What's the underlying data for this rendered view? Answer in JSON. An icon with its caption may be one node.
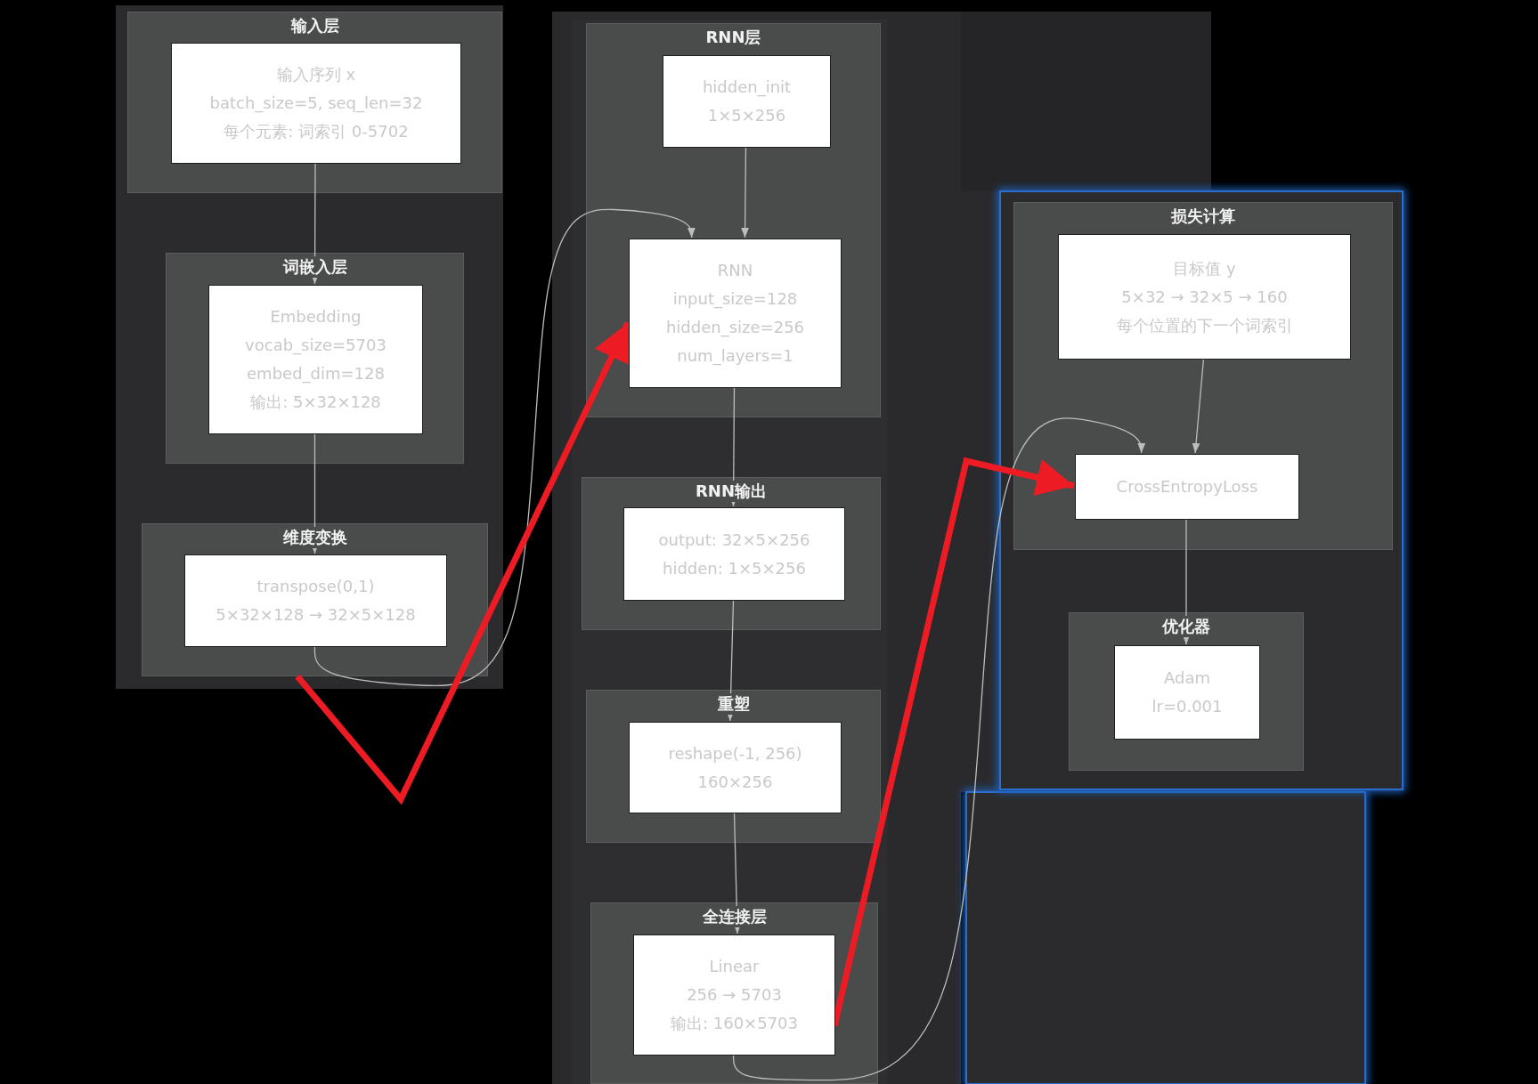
{
  "diagram": {
    "nodes": [
      {
        "text": [
          "输入层"
        ]
      },
      {
        "text": [
          "输入序列 x",
          "batch_size=5, seq_len=32",
          "每个元素: 词索引 0-5702"
        ],
        "in": 0
      },
      {
        "text": [
          "词嵌入层"
        ]
      },
      {
        "text": [
          "Embedding",
          "vocab_size=5703",
          "embed_dim=128",
          "输出: 5×32×128"
        ],
        "in": 2
      },
      {
        "text": [
          "维度变换"
        ]
      },
      {
        "text": [
          "transpose(0,1)",
          "5×32×128 → 32×5×128"
        ],
        "in": 4
      },
      {
        "text": [
          "RNN层"
        ]
      },
      {
        "text": [
          "hidden_init",
          "1×5×256"
        ],
        "in": 6
      },
      {
        "text": [
          "RNN",
          "input_size=128",
          "hidden_size=256",
          "num_layers=1"
        ],
        "in": 6
      },
      {
        "text": [
          "RNN输出"
        ]
      },
      {
        "text": [
          "output: 32×5×256",
          "hidden: 1×5×256"
        ],
        "in": 9
      },
      {
        "text": [
          "重塑"
        ]
      },
      {
        "text": [
          "reshape(-1, 256)",
          "160×256"
        ],
        "in": 11
      },
      {
        "text": [
          "全连接层"
        ]
      },
      {
        "text": [
          "Linear",
          "256 → 5703",
          "输出: 160×5703"
        ],
        "in": 13
      },
      {
        "text": [
          "损失计算"
        ]
      },
      {
        "text": [
          "目标值 y",
          "5×32 → 32×5 → 160",
          "每个位置的下一个词索引"
        ],
        "in": 15
      },
      {
        "text": [
          "CrossEntropyLoss"
        ],
        "in": 15
      },
      {
        "text": [
          "优化器"
        ]
      },
      {
        "text": [
          "Adam",
          "lr=0.001"
        ],
        "in": 18
      }
    ],
    "edges": [
      {
        "from": 1,
        "to": 3,
        "arrow": "to"
      },
      {
        "from": 3,
        "to": 5,
        "arrow": "to"
      },
      {
        "from": 5,
        "to": 8,
        "arrow": "to"
      },
      {
        "from": 7,
        "to": 8,
        "arrow": "to"
      },
      {
        "from": 8,
        "to": 10,
        "arrow": "to"
      },
      {
        "from": 10,
        "to": 12,
        "arrow": "to"
      },
      {
        "from": 12,
        "to": 14,
        "arrow": "to"
      },
      {
        "from": 14,
        "to": 17,
        "arrow": "to"
      },
      {
        "from": 16,
        "to": 17,
        "arrow": "to"
      },
      {
        "from": 17,
        "to": 19,
        "arrow": "to"
      },
      {
        "from": 4,
        "to": 8,
        "arrow": "to",
        "style": "thick",
        "color": "#ed1c24"
      },
      {
        "from": 14,
        "to": 17,
        "arrow": "to",
        "style": "thick",
        "color": "#ed1c24"
      }
    ]
  }
}
